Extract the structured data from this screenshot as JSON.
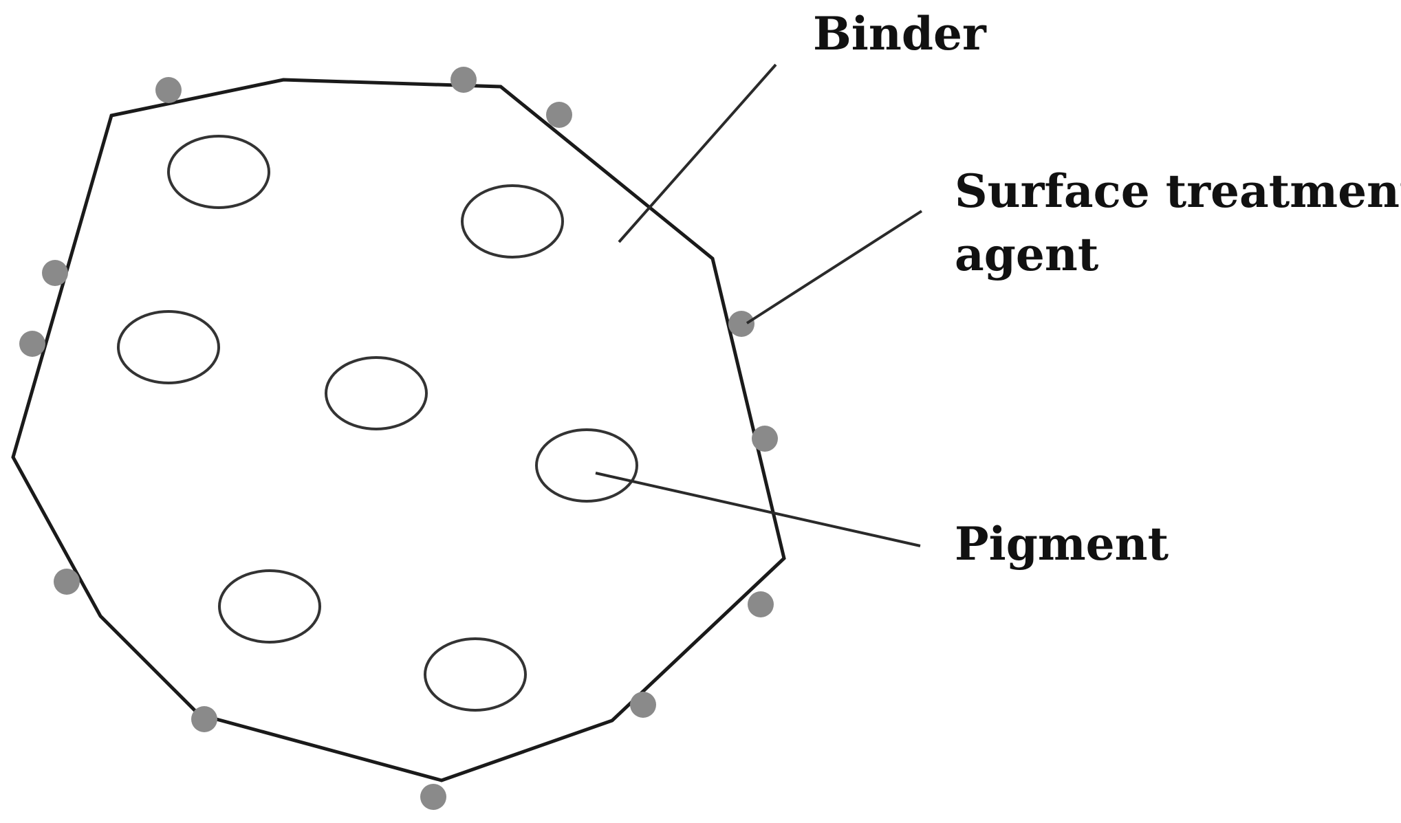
{
  "labels": {
    "binder": "Binder",
    "surface_line1": "Surface treatment",
    "surface_line2": "agent",
    "pigment": "Pigment"
  },
  "colors": {
    "outline": "#1a1a1a",
    "leader": "#2a2a2a",
    "agent_dot": "#8a8a8a",
    "background": "#ffffff"
  }
}
